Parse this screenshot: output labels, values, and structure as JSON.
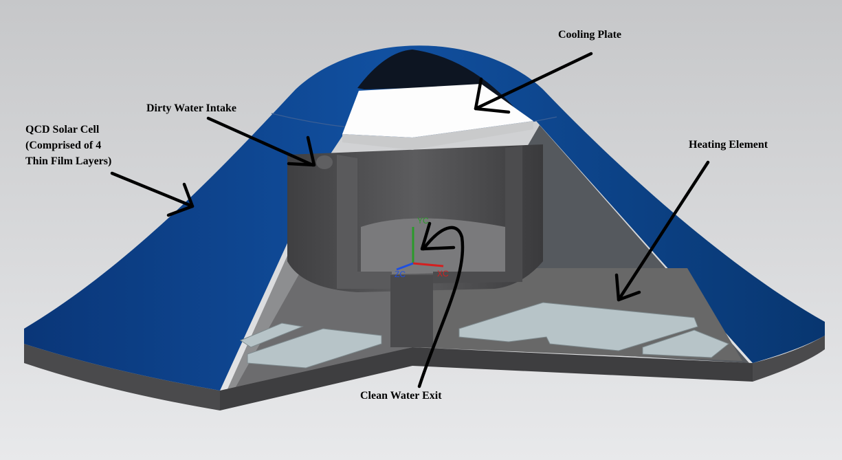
{
  "labels": {
    "cooling_plate": "Cooling Plate",
    "dirty_water_intake": "Dirty Water Intake",
    "solar_cell_line1": "QCD Solar Cell",
    "solar_cell_line2": "(Comprised of 4",
    "solar_cell_line3": "Thin Film Layers)",
    "heating_element": "Heating Element",
    "clean_water_exit": "Clean Water Exit"
  },
  "axes": {
    "y": "YC",
    "z": "ZC",
    "x": "XC"
  },
  "colors": {
    "shell_blue": "#0b3f86",
    "axis_x": "#d42020",
    "axis_y": "#2a9a2a",
    "axis_z": "#1f4fe0",
    "heating": "#b7c4c8"
  }
}
